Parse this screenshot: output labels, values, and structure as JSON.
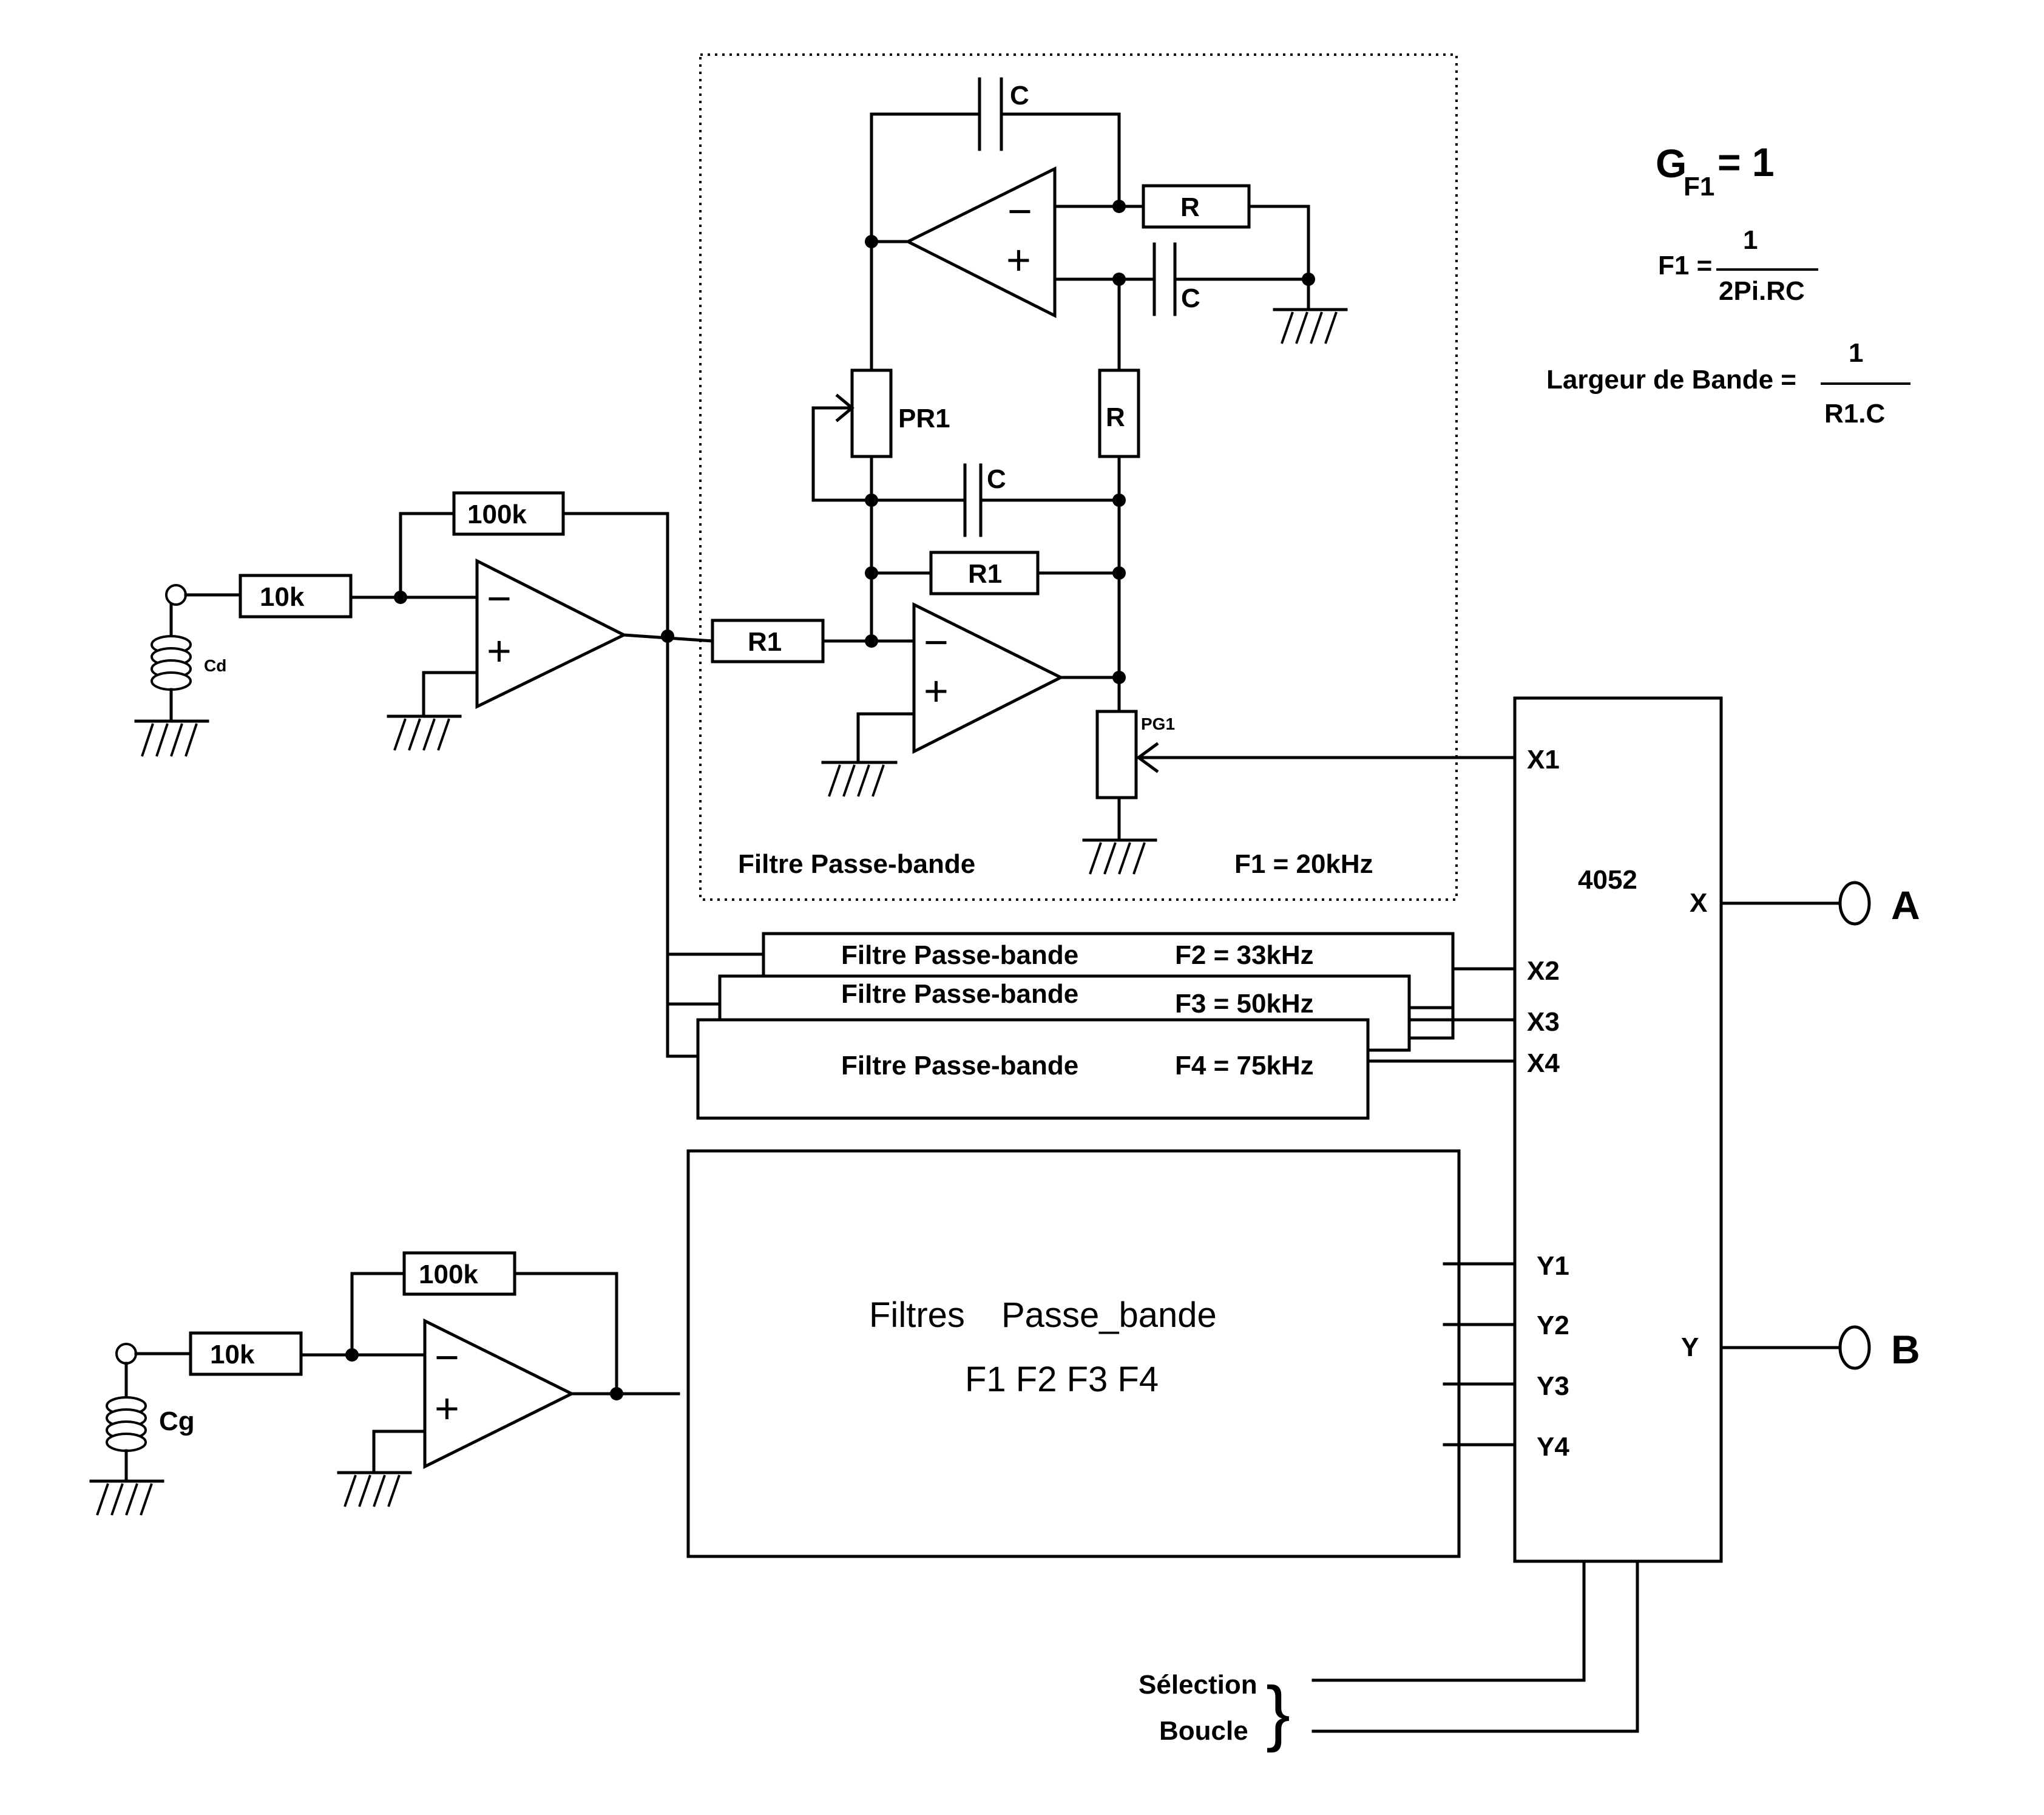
{
  "formulas": {
    "gain_main": "G",
    "gain_sub": "F1",
    "gain_value": "= 1",
    "f1_lhs": "F1 =",
    "f1_num": "1",
    "f1_den": "2Pi.RC",
    "bw_lhs": "Largeur de Bande =",
    "bw_num": "1",
    "bw_den": "R1.C"
  },
  "components": {
    "cap_c": "C",
    "res_r": "R",
    "pr1": "PR1",
    "r1": "R1",
    "pg1": "PG1",
    "r_10k": "10k",
    "r_100k": "100k",
    "sensor_right": "Cd",
    "sensor_left": "Cg"
  },
  "filters": {
    "f1_block": "Filtre Passe-bande",
    "f1_freq": "F1 = 20kHz",
    "f2_name": "Filtre Passe-bande",
    "f2_freq": "F2 = 33kHz",
    "f3_name": "Filtre Passe-bande",
    "f3_freq": "F3 = 50kHz",
    "f4_name": "Filtre Passe-bande",
    "f4_freq": "F4 = 75kHz",
    "lower_title_1": "Filtres",
    "lower_title_2": "Passe_bande",
    "lower_freqs": "F1 F2 F3 F4"
  },
  "mux": {
    "chip": "4052",
    "x1": "X1",
    "x2": "X2",
    "x3": "X3",
    "x4": "X4",
    "y1": "Y1",
    "y2": "Y2",
    "y3": "Y3",
    "y4": "Y4",
    "out_x": "X",
    "out_y": "Y"
  },
  "outputs": {
    "a": "A",
    "b": "B"
  },
  "control": {
    "selection": "Sélection",
    "boucle": "Boucle",
    "brace": "}"
  }
}
